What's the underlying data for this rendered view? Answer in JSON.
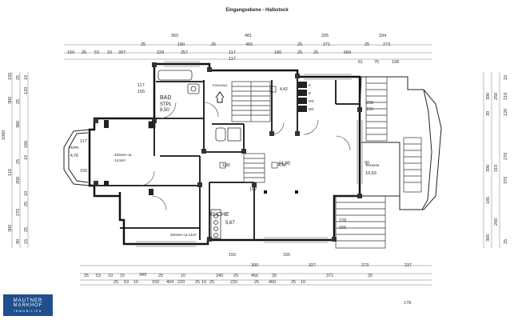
{
  "title": "Eingangsebene - Halbstock",
  "logo": {
    "line1": "MAUTNER",
    "line2": "MARKHOF",
    "line3": "IMMOBILIEN"
  },
  "rooms": {
    "bad": "BAD",
    "bad_sub": "STPL",
    "bad_area": "8,50",
    "eingang": "EINGANG",
    "zimmer1": "Zimmer ca.",
    "zimmer1_area": "14,5m²",
    "zimmer2": "Zimmer ca.14m²",
    "erker": "TERR.",
    "erker_area": "4,76",
    "wohnen_area": "44,90",
    "kueche": "KÜCHE",
    "kueche_area": "5,67",
    "terrasse": "Terrasse",
    "terrasse_area": "10,63",
    "flur_area": "1,80",
    "stufe1": "4,42",
    "stufe2": "4,42",
    "k_labels": [
      "K",
      "E",
      "OG",
      "DG"
    ]
  },
  "dims_top": {
    "row1": [
      "350",
      "481",
      "335",
      "334"
    ],
    "row2": [
      "25",
      "190",
      "25",
      "456",
      "25",
      "371",
      "25",
      "273"
    ],
    "row3": [
      "150",
      "25",
      "53",
      "10",
      "307",
      "229",
      "257",
      "117",
      "117",
      "180",
      "25",
      "25",
      "669",
      "61",
      "75",
      "198"
    ]
  },
  "dims_bottom": {
    "row1": [
      "300",
      "327",
      "273",
      "237"
    ],
    "row2": [
      "25",
      "53",
      "10",
      "15",
      "240",
      "25",
      "456",
      "25",
      "371",
      "25"
    ],
    "row3": [
      "25",
      "53",
      "10",
      "349",
      "25",
      "220",
      "25",
      "460",
      "25",
      "10"
    ],
    "row4": [
      "25",
      "150",
      "10",
      "404",
      "25",
      "220",
      "10"
    ],
    "extra": "178"
  },
  "dims_inner": [
    "117",
    "155",
    "117",
    "155",
    "228",
    "155",
    "228",
    "155",
    "90",
    "200",
    "90",
    "200",
    "155",
    "155",
    "162"
  ],
  "dims_left": [
    "150",
    "25",
    "10",
    "120",
    "25",
    "300",
    "380",
    "1060",
    "166",
    "10",
    "25",
    "110",
    "200",
    "10",
    "25",
    "275",
    "300",
    "25",
    "90",
    "15"
  ],
  "dims_right": [
    "10",
    "300",
    "250",
    "210",
    "30",
    "120",
    "270",
    "300",
    "370",
    "310",
    "185",
    "200",
    "25",
    "300"
  ]
}
